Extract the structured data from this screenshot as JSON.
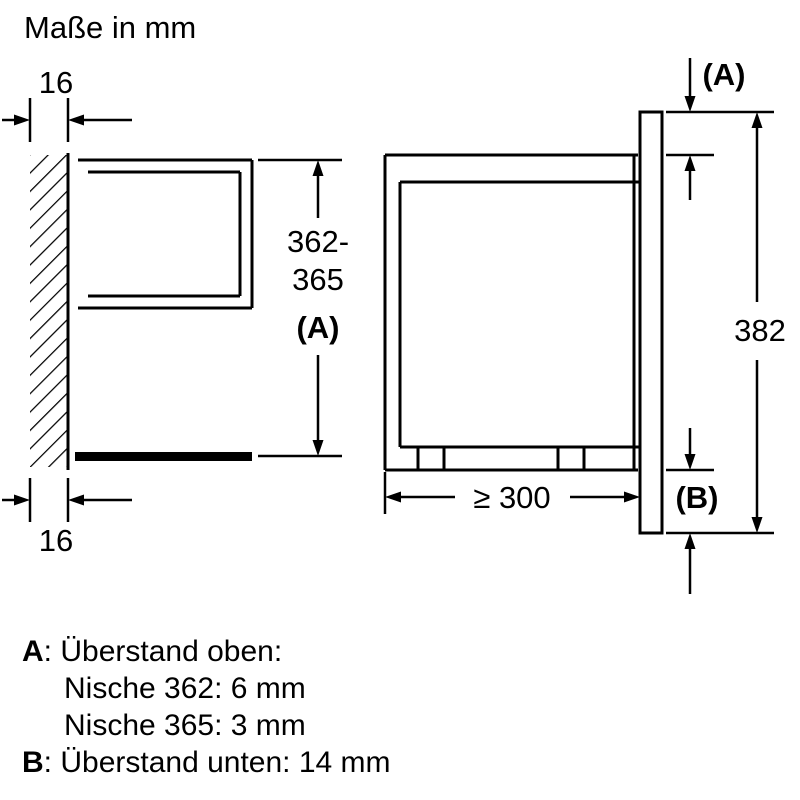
{
  "title": "Maße in mm",
  "colors": {
    "line": "#000000",
    "background": "#ffffff"
  },
  "left_view": {
    "wall_thickness_top_label": "16",
    "wall_thickness_bottom_label": "16",
    "niche_height_label_line1": "362-",
    "niche_height_label_line2": "365",
    "niche_height_ref_label": "(A)"
  },
  "right_view": {
    "top_overhang_ref_label": "(A)",
    "appliance_height_label": "382",
    "min_depth_label": "≥ 300",
    "bottom_overhang_ref_label": "(B)"
  },
  "legend": {
    "item_a": {
      "key": "A",
      "text": ": Überstand oben:",
      "detail1": "Nische 362: 6 mm",
      "detail2": "Nische 365: 3 mm"
    },
    "item_b": {
      "key": "B",
      "text": ": Überstand unten: 14 mm"
    }
  }
}
